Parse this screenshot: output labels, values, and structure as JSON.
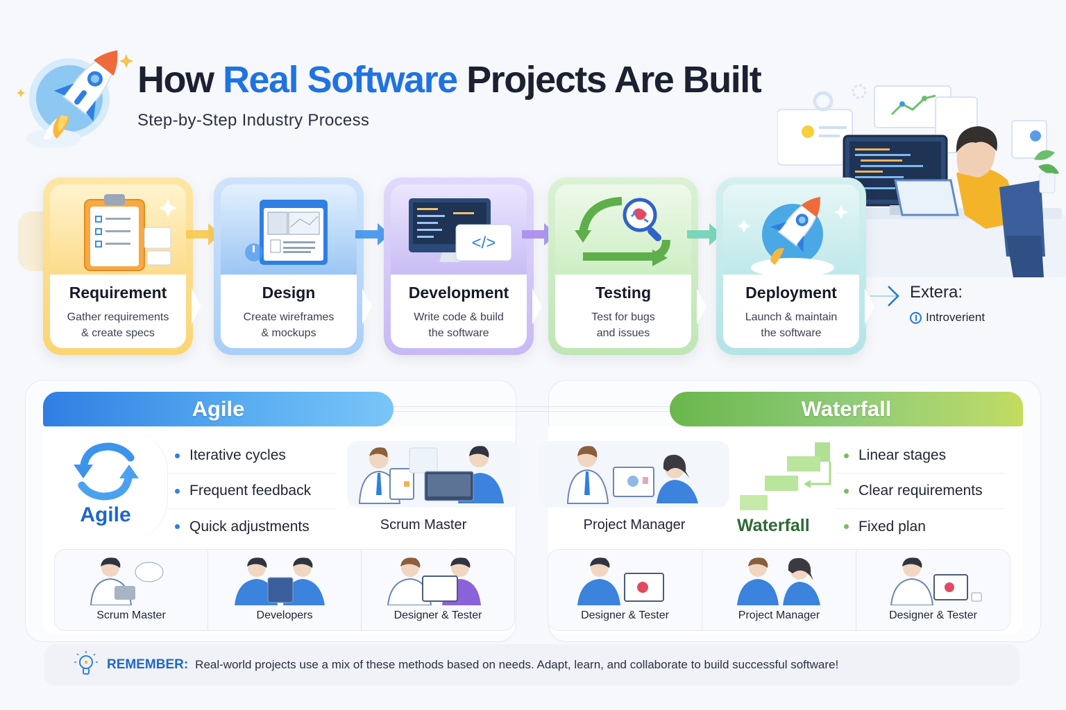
{
  "header": {
    "title_prefix": "How",
    "title_accent": "Real Software",
    "title_suffix": "Projects Are Built",
    "subtitle": "Step-by-Step Industry Process",
    "logo_icon": "rocket-icon",
    "hero_illustration": "developer-at-desk-illustration"
  },
  "process": {
    "steps": [
      {
        "name": "Requirement",
        "desc_line1": "Gather requirements",
        "desc_line2": "& create specs",
        "icon": "clipboard-icon",
        "accent": "#fbd574",
        "arrow_color": "#f7c94a"
      },
      {
        "name": "Design",
        "desc_line1": "Create wireframes",
        "desc_line2": "& mockups",
        "icon": "wireframe-icon",
        "accent": "#a9cff7",
        "arrow_color": "#3e94ec"
      },
      {
        "name": "Development",
        "desc_line1": "Write code & build",
        "desc_line2": "the software",
        "icon": "code-monitor-icon",
        "accent": "#c7b9f4",
        "arrow_color": "#a68cf0"
      },
      {
        "name": "Testing",
        "desc_line1": "Test for bugs",
        "desc_line2": "and issues",
        "icon": "bug-magnifier-icon",
        "accent": "#bfe6b4",
        "arrow_color": "#6fd3b4"
      },
      {
        "name": "Deployment",
        "desc_line1": "Launch & maintain",
        "desc_line2": "the software",
        "icon": "rocket-icon",
        "accent": "#b5e4e6"
      }
    ],
    "extra": {
      "label": "Extera:",
      "item": "Introverient",
      "item_icon": "info-icon"
    }
  },
  "agile": {
    "banner": "Agile",
    "badge_label": "Agile",
    "badge_icon": "cycle-arrows-icon",
    "color": "#2f7fe3",
    "bullets": [
      "Iterative cycles",
      "Frequent feedback",
      "Quick adjustments"
    ],
    "feature_role": "Scrum Master",
    "roles": [
      "Scrum Master",
      "Developers",
      "Designer & Tester"
    ]
  },
  "waterfall": {
    "banner": "Waterfall",
    "badge_label": "Waterfall",
    "badge_icon": "waterfall-steps-icon",
    "color": "#6ab74c",
    "bullets": [
      "Linear stages",
      "Clear requirements",
      "Fixed plan"
    ],
    "feature_role": "Project Manager",
    "roles": [
      "Designer & Tester",
      "Project Manager",
      "Designer & Tester"
    ]
  },
  "remember": {
    "key": "REMEMBER:",
    "message": "Real-world projects use a mix of these methods based on needs. Adapt, learn, and collaborate to build successful software!",
    "icon": "lightbulb-icon"
  }
}
